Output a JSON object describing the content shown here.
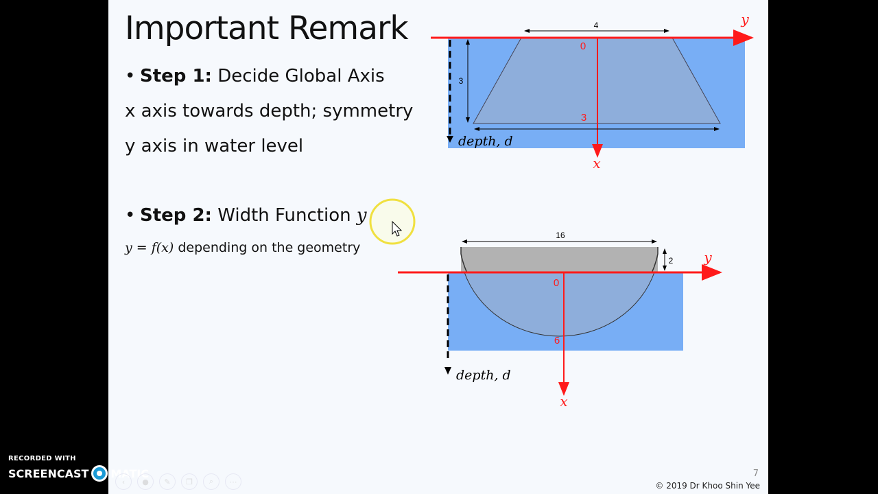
{
  "slide": {
    "title": "Important Remark",
    "step1_label": "Step 1:",
    "step1_text": " Decide Global Axis",
    "step1_line2": "x axis towards depth; symmetry",
    "step1_line3": "y axis in water level",
    "step2_label": "Step 2:",
    "step2_text": " Width Function ",
    "step2_var": "y",
    "step2_eq": "y = f(x)",
    "step2_desc": " depending on the geometry",
    "page_number": "7",
    "copyright": "© 2019 Dr Khoo Shin Yee"
  },
  "figure1": {
    "top_width": "4",
    "height": "3",
    "origin": "0",
    "depth_mark": "3",
    "y_axis": "y",
    "x_axis": "x",
    "depth_label": "depth, d"
  },
  "figure2": {
    "top_width": "16",
    "freeboard": "2",
    "origin": "0",
    "depth_mark": "6",
    "y_axis": "y",
    "x_axis": "x",
    "depth_label": "depth, d"
  },
  "colors": {
    "water": "#78aef5",
    "shape": "#8eaedb",
    "axis": "#ff1a1a",
    "above_water": "#b2b2b2"
  },
  "overlay": {
    "recorded_with": "RECORDED WITH",
    "brand_left": "SCREENCAST",
    "brand_right": "MATIC"
  }
}
